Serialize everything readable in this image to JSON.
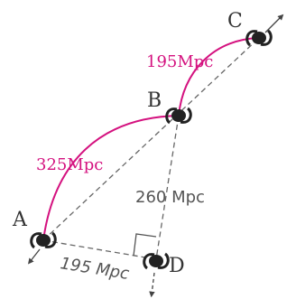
{
  "points": {
    "A": {
      "label": "A"
    },
    "B": {
      "label": "B"
    },
    "C": {
      "label": "C"
    },
    "D": {
      "label": "D"
    }
  },
  "distances": {
    "AB": "325Mpc",
    "BC": "195Mpc",
    "BD": "260 Mpc",
    "AD": "195 Mpc"
  },
  "colors": {
    "arc": "#d4127f",
    "line": "#666666",
    "galaxy": "#222222",
    "text": "#333333"
  },
  "icons": {
    "galaxy": "spiral-galaxy-icon",
    "right_angle": "right-angle-marker"
  }
}
